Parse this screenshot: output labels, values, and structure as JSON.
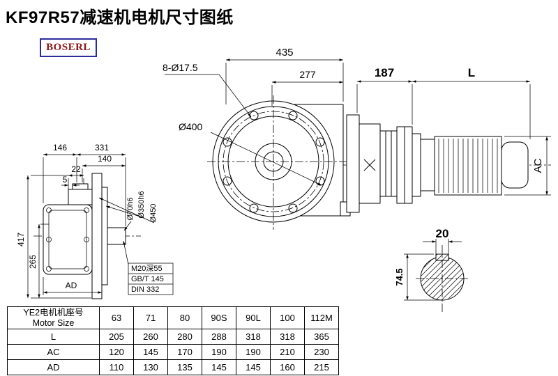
{
  "page": {
    "title": "KF97R57减速机电机尺寸图纸",
    "logo_text": "BOSERL"
  },
  "front_view": {
    "total_width": "435",
    "partial_width": "277",
    "bolt_holes": "8-Ø17.5",
    "flange_diameter": "Ø400"
  },
  "side_view": {
    "gearbox_length": "187",
    "motor_length": "L",
    "motor_height": "AC"
  },
  "left_view": {
    "dim_146": "146",
    "dim_331": "331",
    "dim_140": "140",
    "dim_22": "22",
    "dim_5": "5",
    "dim_417": "417",
    "dim_265": "265",
    "dim_ad": "AD",
    "shaft_diameter": "Ø70h6",
    "spigot_diameter": "Ø350h6",
    "flange_diameter_side": "Ø450",
    "tap_note": "M20深55",
    "standard_note": "GB/T 145",
    "din_note": "DIN 332"
  },
  "shaft_view": {
    "key_width": "20",
    "shaft_height": "74.5"
  },
  "table": {
    "header_cn": "YE2电机机座号",
    "header_en": "Motor Size",
    "sizes": [
      "63",
      "71",
      "80",
      "90S",
      "90L",
      "100",
      "112M"
    ],
    "rows": [
      {
        "label": "L",
        "values": [
          "205",
          "260",
          "280",
          "288",
          "318",
          "318",
          "365"
        ]
      },
      {
        "label": "AC",
        "values": [
          "120",
          "145",
          "170",
          "190",
          "190",
          "210",
          "230"
        ]
      },
      {
        "label": "AD",
        "values": [
          "110",
          "130",
          "135",
          "145",
          "145",
          "160",
          "215"
        ]
      }
    ]
  }
}
